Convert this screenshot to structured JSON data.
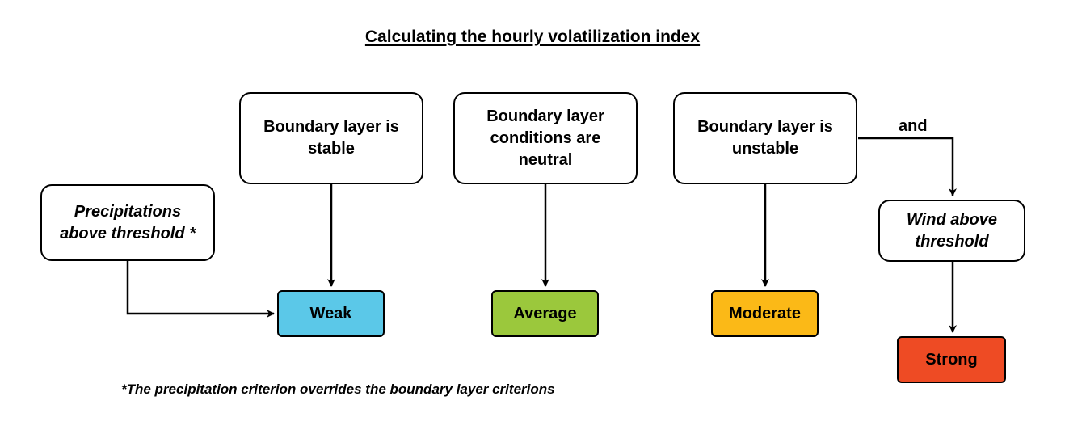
{
  "title": "Calculating the hourly volatilization index",
  "conditions": {
    "stable": "Boundary layer is stable",
    "neutral": "Boundary layer conditions are neutral",
    "unstable": "Boundary layer is unstable",
    "precipitation": "Precipitations above threshold *",
    "wind": "Wind above threshold"
  },
  "results": {
    "weak": {
      "label": "Weak",
      "color": "#5bc8e8"
    },
    "average": {
      "label": "Average",
      "color": "#9bc83c"
    },
    "moderate": {
      "label": "Moderate",
      "color": "#fbb917"
    },
    "strong": {
      "label": "Strong",
      "color": "#ee4b24"
    }
  },
  "edge_label": "and",
  "footnote": "*The precipitation criterion overrides the boundary layer criterions"
}
